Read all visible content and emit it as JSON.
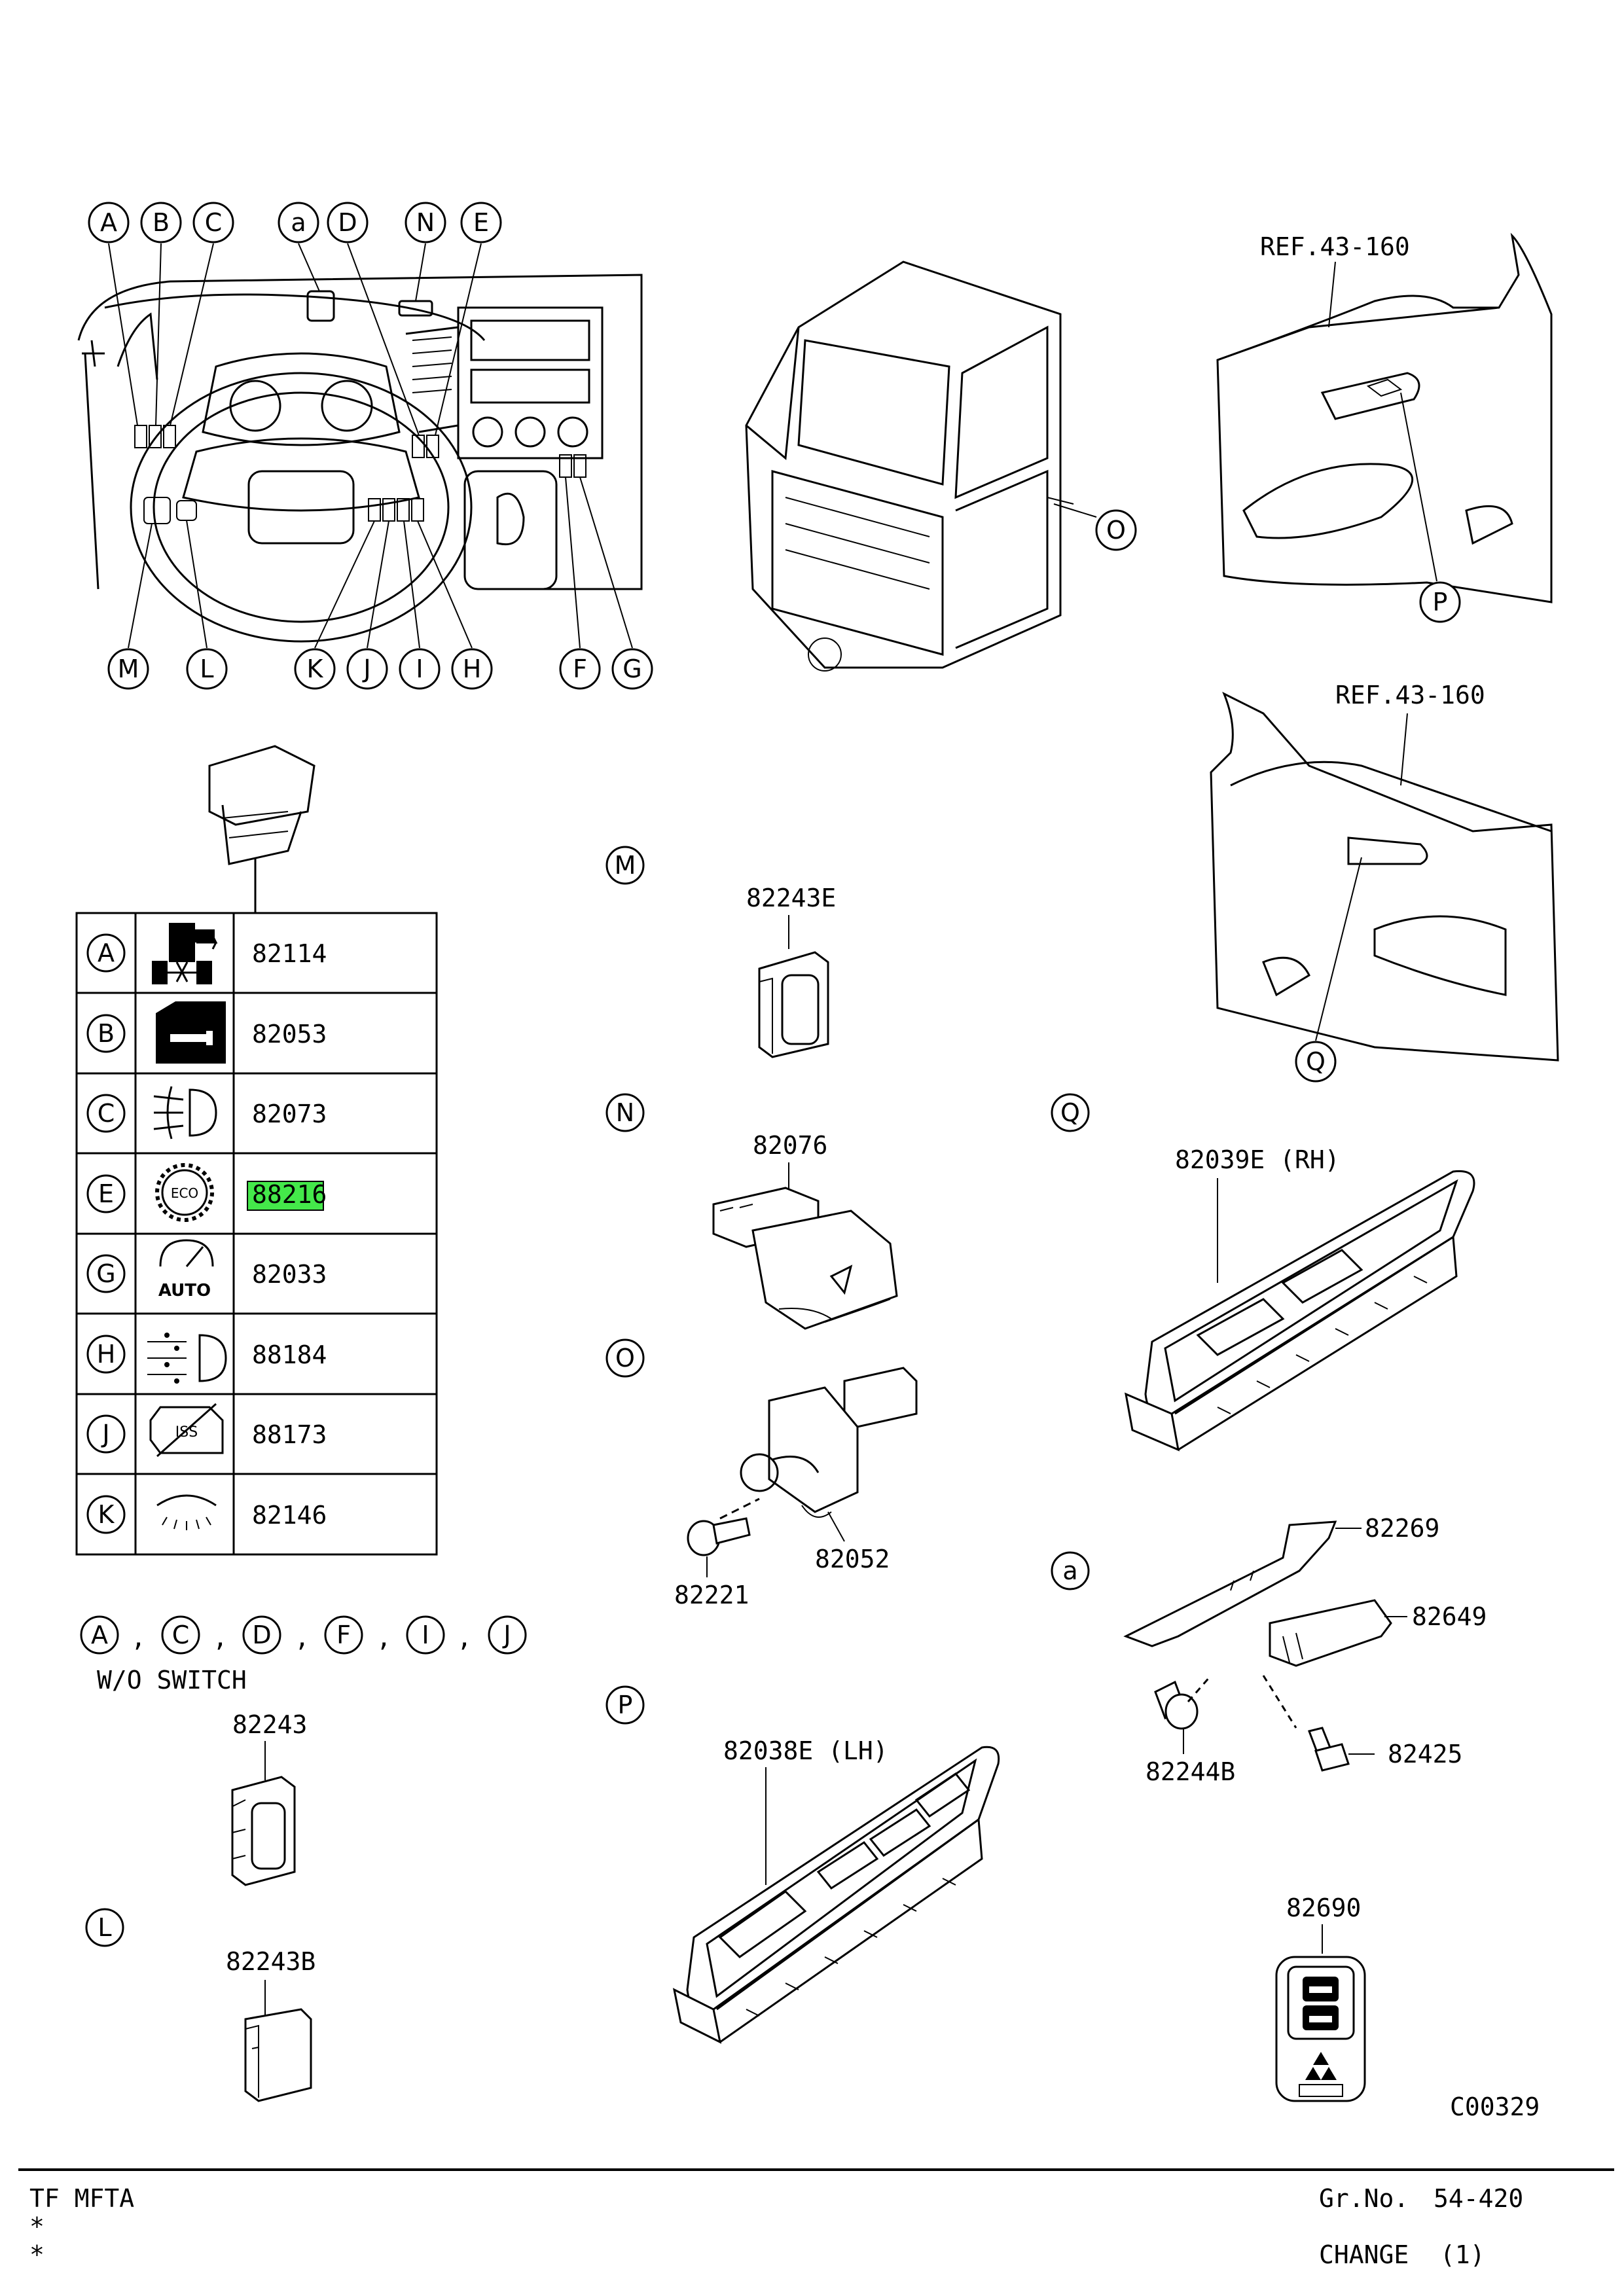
{
  "callouts_top_left": [
    "A",
    "B",
    "C",
    "a",
    "D",
    "N",
    "E"
  ],
  "callouts_bottom_left": [
    "M",
    "L",
    "K",
    "J",
    "I",
    "H",
    "F",
    "G"
  ],
  "truck_callout": "O",
  "ref_lh": "REF.43-160",
  "ref_rh": "REF.43-160",
  "door_lh_callout": "P",
  "door_rh_callout": "Q",
  "switch_table": [
    {
      "key": "A",
      "icon": "pto-switch-icon",
      "part": "82114",
      "highlight": false
    },
    {
      "key": "B",
      "icon": "door-lock-icon",
      "part": "82053",
      "highlight": false
    },
    {
      "key": "C",
      "icon": "fog-lamp-icon",
      "part": "82073",
      "highlight": false
    },
    {
      "key": "E",
      "icon": "eco-mode-icon",
      "part": "88216",
      "highlight": true
    },
    {
      "key": "G",
      "icon": "auto-speed-icon",
      "part": "82033",
      "highlight": false
    },
    {
      "key": "H",
      "icon": "headlight-washer-icon",
      "part": "88184",
      "highlight": false
    },
    {
      "key": "J",
      "icon": "iss-off-icon",
      "part": "88173",
      "highlight": false
    },
    {
      "key": "K",
      "icon": "room-lamp-icon",
      "part": "82146",
      "highlight": false
    }
  ],
  "wo_switch": {
    "keys": [
      "A",
      "C",
      "D",
      "F",
      "I",
      "J"
    ],
    "note": "W/O SWITCH",
    "part": "82243"
  },
  "section_L": {
    "key": "L",
    "part": "82243B"
  },
  "section_M": {
    "key": "M",
    "part": "82243E"
  },
  "section_N": {
    "key": "N",
    "part": "82076"
  },
  "section_O": {
    "key": "O",
    "parts": [
      "82052",
      "82221"
    ]
  },
  "section_P": {
    "key": "P",
    "part": "82038E (LH)"
  },
  "section_Q": {
    "key": "Q",
    "part": "82039E (RH)"
  },
  "section_a": {
    "key": "a",
    "parts": [
      "82269",
      "82649",
      "82244B",
      "82425"
    ]
  },
  "remote_key": {
    "part": "82690"
  },
  "illustration_code": "C00329",
  "footer": {
    "model": "TF MFTA",
    "star1": "*",
    "star2": "*",
    "group_label": "Gr.No.",
    "group_value": "54-420",
    "change_label": "CHANGE",
    "change_value": "(1)"
  },
  "colors": {
    "highlight": "#44e84a",
    "line": "#000000"
  }
}
